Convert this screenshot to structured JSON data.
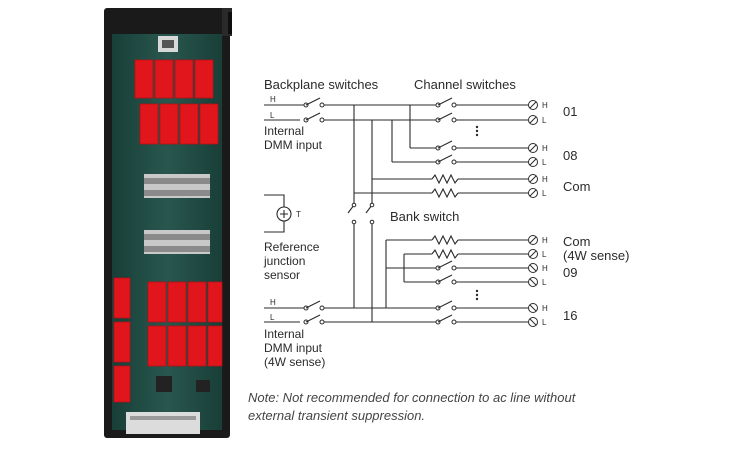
{
  "diagram": {
    "headings": {
      "backplane": "Backplane  switches",
      "channel": "Channel switches",
      "bank": "Bank switch"
    },
    "inputs": {
      "internal_dmm_line1": "Internal",
      "internal_dmm_line2": "DMM input",
      "internal_dmm_4w_line1": "Internal",
      "internal_dmm_4w_line2": "DMM input",
      "internal_dmm_4w_line3": "(4W sense)",
      "ref_line1": "Reference",
      "ref_line2": "junction",
      "ref_line3": "sensor",
      "ref_symbol": "T"
    },
    "pin_letters": {
      "high": "H",
      "low": "L"
    },
    "channels": {
      "ch01": "01",
      "ch08": "08",
      "com": "Com",
      "com4w_line1": "Com",
      "com4w_line2": "(4W sense)",
      "ch09": "09",
      "ch16": "16"
    },
    "note_line1": "Note: Not recommended for connection to ac line without",
    "note_line2": "external transient suppression."
  },
  "colors": {
    "relay_red": "#e1161d",
    "board_green": "#1f4a42",
    "frame_black": "#1a1a1a",
    "line": "#2a2a2a"
  }
}
